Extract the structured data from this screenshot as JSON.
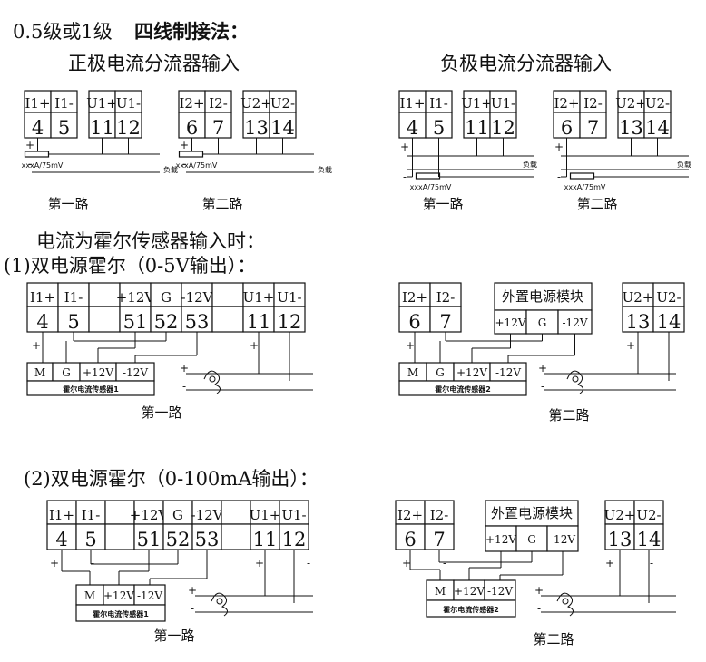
{
  "title": {
    "prefix": "0.5级或1级",
    "bold": "四线制接法："
  },
  "shunt": {
    "positive_title": "正极电流分流器输入",
    "negative_title": "负极电流分流器输入",
    "path1": "第一路",
    "path2": "第二路",
    "load": "负载",
    "shunt_label": "xxxA/75mV",
    "plus": "+",
    "minus": "-",
    "ch1_terms": [
      "I1+",
      "I1-",
      "U1+",
      "U1-"
    ],
    "ch1_nums": [
      "4",
      "5",
      "11",
      "12"
    ],
    "ch2_terms": [
      "I2+",
      "I2-",
      "U2+",
      "U2-"
    ],
    "ch2_nums": [
      "6",
      "7",
      "13",
      "14"
    ]
  },
  "hall": {
    "heading": "电流为霍尔传感器输入时：",
    "v_title": "(1)双电源霍尔（0-5V输出）：",
    "ma_title": "(2)双电源霍尔（0-100mA输出）：",
    "path1": "第一路",
    "path2": "第二路",
    "sensor1": "霍尔电流传感器1",
    "sensor2": "霍尔电流传感器2",
    "power_module": "外置电源模块",
    "pwr_terms": [
      "+12V",
      "G",
      "-12V"
    ],
    "pwr_nums": [
      "51",
      "52",
      "53"
    ],
    "sensor_terms_v": [
      "M",
      "G",
      "+12V",
      "-12V"
    ],
    "sensor_terms_ma": [
      "M",
      "+12V",
      "-12V"
    ],
    "plus": "+",
    "minus": "-"
  }
}
